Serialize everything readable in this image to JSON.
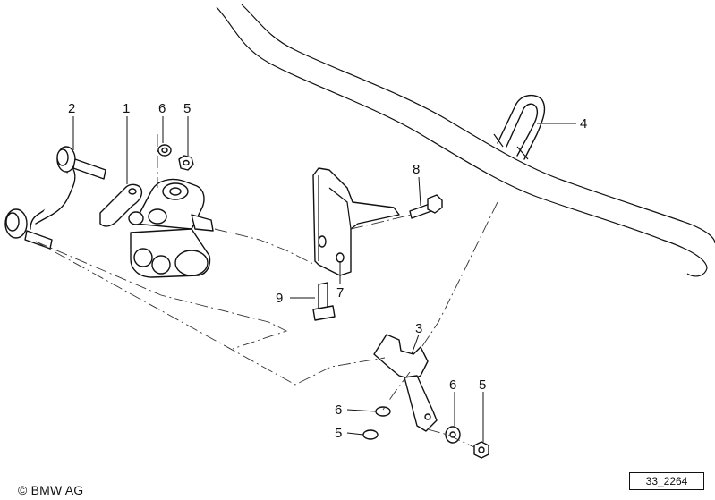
{
  "callouts": [
    {
      "id": "2",
      "label": "2"
    },
    {
      "id": "1",
      "label": "1"
    },
    {
      "id": "6a",
      "label": "6"
    },
    {
      "id": "5a",
      "label": "5"
    },
    {
      "id": "4",
      "label": "4"
    },
    {
      "id": "8",
      "label": "8"
    },
    {
      "id": "9",
      "label": "9"
    },
    {
      "id": "7",
      "label": "7"
    },
    {
      "id": "3",
      "label": "3"
    },
    {
      "id": "6b",
      "label": "6"
    },
    {
      "id": "5b",
      "label": "5"
    },
    {
      "id": "6c",
      "label": "6"
    },
    {
      "id": "5c",
      "label": "5"
    }
  ],
  "copyright": "© BMW AG",
  "reference_code": "33_2264"
}
